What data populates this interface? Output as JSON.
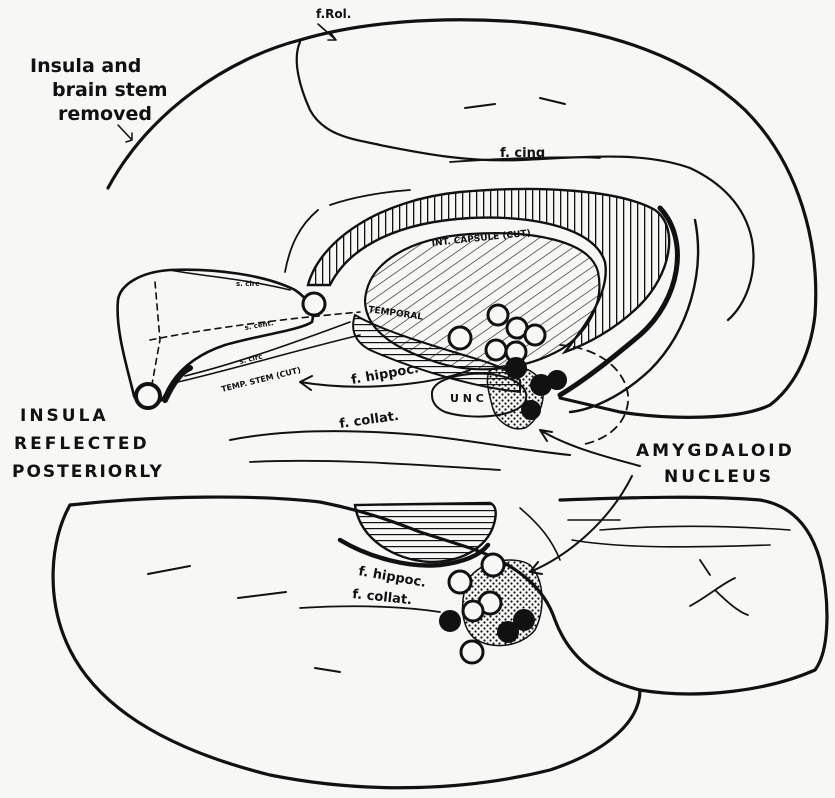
{
  "figure": {
    "labels": {
      "insula_removed_1": "Insula and",
      "insula_removed_2": "brain stem",
      "insula_removed_3": "removed",
      "f_rol": "f.Rol.",
      "f_cing": "f. cing",
      "int_capsule": "INT. CAPSULE (CUT)",
      "temporal": "TEMPORAL",
      "temp_stem": "TEMP. STEM (CUT)",
      "f_hippoc_top": "f. hippoc.",
      "f_collat_top": "f. collat.",
      "unc": "U N C",
      "insula_reflected_1": "INSULA",
      "insula_reflected_2": "REFLECTED",
      "insula_reflected_3": "POSTERIORLY",
      "amygdaloid_1": "AMYGDALOID",
      "amygdaloid_2": "NUCLEUS",
      "f_hippoc_bottom": "f. hippoc.",
      "f_collat_bottom": "f. collat.",
      "s_circ_1": "s. circ",
      "s_cent": "s. cent.",
      "s_circ_2": "s. circ"
    },
    "colors": {
      "ink": "#111111",
      "paper": "#f7f7f5"
    }
  }
}
